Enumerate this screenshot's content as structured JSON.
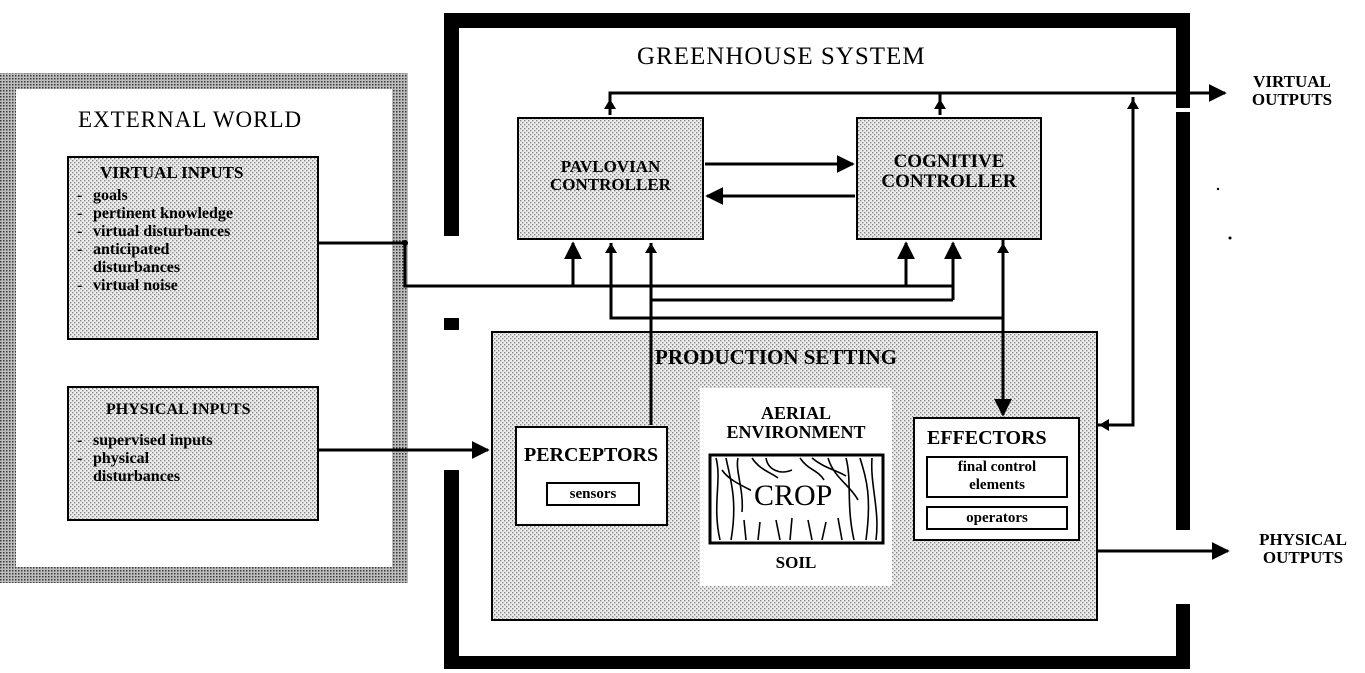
{
  "colors": {
    "ink": "#000000",
    "stipple": "#d9d9d9",
    "background": "#ffffff"
  },
  "external_world": {
    "title": "EXTERNAL WORLD",
    "virtual_inputs": {
      "title": "VIRTUAL INPUTS",
      "items": [
        "goals",
        "pertinent knowledge",
        "virtual disturbances",
        "anticipated disturbances",
        "virtual noise"
      ]
    },
    "physical_inputs": {
      "title": "PHYSICAL INPUTS",
      "items": [
        "supervised inputs",
        "physical disturbances"
      ]
    }
  },
  "greenhouse_system": {
    "title": "GREENHOUSE SYSTEM",
    "pavlovian_controller": "PAVLOVIAN CONTROLLER",
    "cognitive_controller": "COGNITIVE CONTROLLER",
    "production_setting": {
      "title": "PRODUCTION SETTING",
      "perceptors": {
        "title": "PERCEPTORS",
        "sensors": "sensors"
      },
      "aerial_environment": "AERIAL ENVIRONMENT",
      "crop": "CROP",
      "soil": "SOIL",
      "effectors": {
        "title": "EFFECTORS",
        "final_control": "final control elements",
        "operators": "operators"
      }
    }
  },
  "outputs": {
    "virtual": "VIRTUAL OUTPUTS",
    "physical": "PHYSICAL OUTPUTS"
  }
}
